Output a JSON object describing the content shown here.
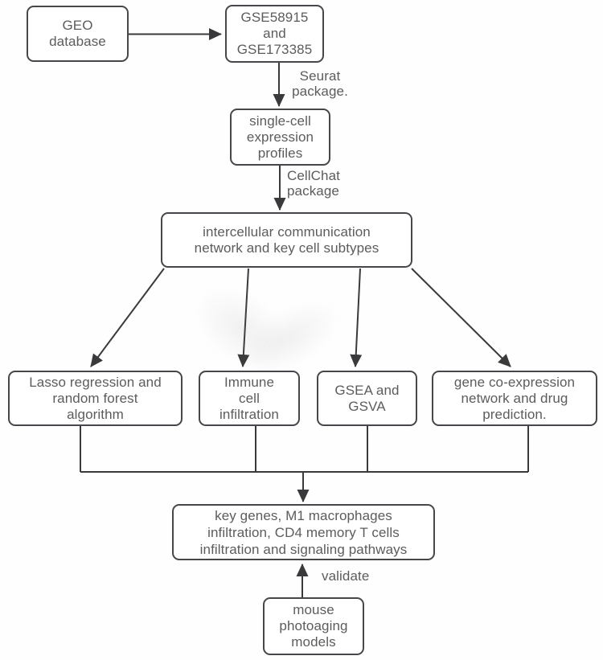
{
  "diagram": {
    "title": "single-cell photoaging analysis workflow flowchart",
    "nodes": {
      "geo": "GEO\ndatabase",
      "gse": "GSE58915\nand\nGSE173385",
      "profiles": "single-cell\nexpression\nprofiles",
      "network": "intercellular communication\nnetwork and  key cell subtypes",
      "lasso": "Lasso regression and\nrandom forest\nalgorithm",
      "immune": "Immune\ncell\ninfiltration",
      "gsea": "GSEA and\nGSVA",
      "coexpression": "gene co-expression\nnetwork and drug\nprediction.",
      "keygenes": "key genes, M1 macrophages\ninfiltration, CD4 memory T cells\ninfiltration and signaling pathways",
      "mouse": "mouse\nphotoaging\nmodels"
    },
    "edge_labels": {
      "seurat": "Seurat\npackage.",
      "cellchat": "CellChat\npackage",
      "validate": "validate"
    },
    "colors": {
      "box_border": "#46464b",
      "text": "#5c5c5e",
      "arrow": "#3a3a3d",
      "background": "#fefefe"
    }
  }
}
